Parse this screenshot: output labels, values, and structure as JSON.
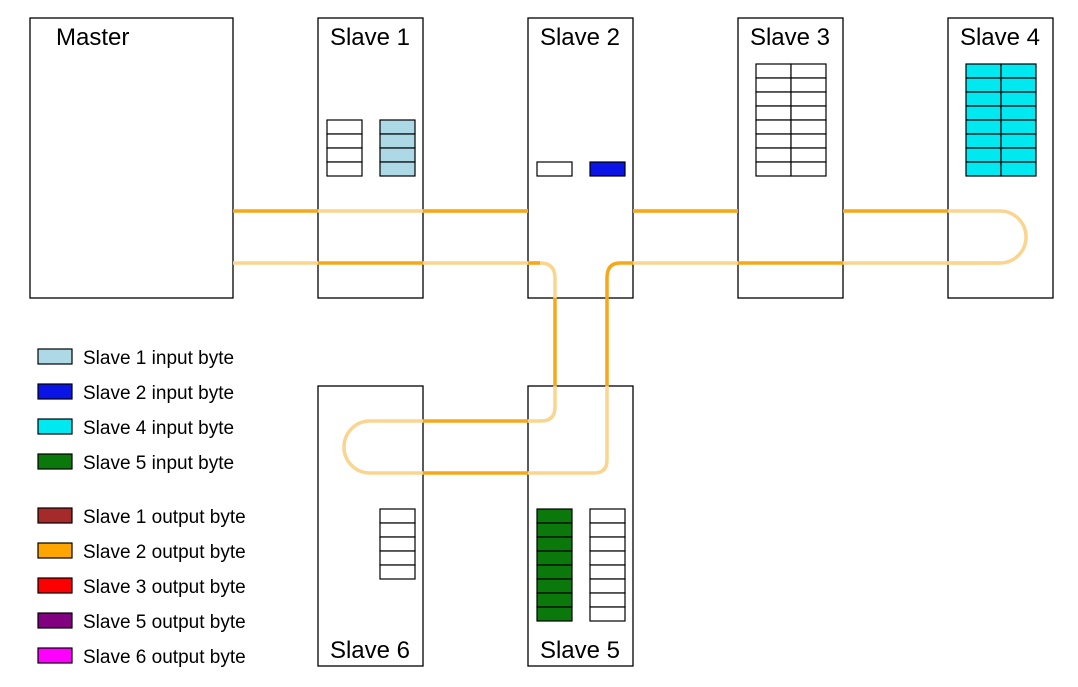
{
  "colors": {
    "bus_front": "#f5a81c",
    "bus_back": "#fad590",
    "empty": "#ffffff",
    "outline": "#000000"
  },
  "nodes": [
    {
      "id": "master",
      "label": "Master"
    },
    {
      "id": "slave1",
      "label": "Slave 1"
    },
    {
      "id": "slave2",
      "label": "Slave 2"
    },
    {
      "id": "slave3",
      "label": "Slave 3"
    },
    {
      "id": "slave4",
      "label": "Slave 4"
    },
    {
      "id": "slave5",
      "label": "Slave 5"
    },
    {
      "id": "slave6",
      "label": "Slave 6"
    }
  ],
  "process_images": [
    {
      "node": "slave1",
      "columns": [
        {
          "bytes": 4,
          "fill": "empty"
        },
        {
          "bytes": 4,
          "fill": "#add8e6"
        }
      ]
    },
    {
      "node": "slave2",
      "columns": [
        {
          "bytes": 1,
          "fill": "empty"
        },
        {
          "bytes": 1,
          "fill": "#0a14e6"
        }
      ]
    },
    {
      "node": "slave3",
      "columns": [
        {
          "bytes": 8,
          "fill": "empty"
        },
        {
          "bytes": 8,
          "fill": "empty"
        }
      ]
    },
    {
      "node": "slave4",
      "columns": [
        {
          "bytes": 8,
          "fill": "#00e8f0"
        },
        {
          "bytes": 8,
          "fill": "#00e8f0"
        }
      ]
    },
    {
      "node": "slave5",
      "columns": [
        {
          "bytes": 8,
          "fill": "#0a780a"
        },
        {
          "bytes": 8,
          "fill": "empty"
        }
      ]
    },
    {
      "node": "slave6",
      "columns": [
        {
          "bytes": 5,
          "fill": "empty"
        }
      ]
    }
  ],
  "legend": {
    "input": [
      {
        "label": "Slave 1 input byte",
        "color": "#add8e6"
      },
      {
        "label": "Slave 2 input byte",
        "color": "#0a14e6"
      },
      {
        "label": "Slave 4 input byte",
        "color": "#00e8f0"
      },
      {
        "label": "Slave 5 input byte",
        "color": "#0a780a"
      }
    ],
    "output": [
      {
        "label": "Slave 1 output byte",
        "color": "#a52a2a"
      },
      {
        "label": "Slave 2 output byte",
        "color": "#ffa500"
      },
      {
        "label": "Slave 3 output byte",
        "color": "#ff0000"
      },
      {
        "label": "Slave 5 output byte",
        "color": "#800080"
      },
      {
        "label": "Slave 6 output byte",
        "color": "#ff00ff"
      }
    ]
  }
}
